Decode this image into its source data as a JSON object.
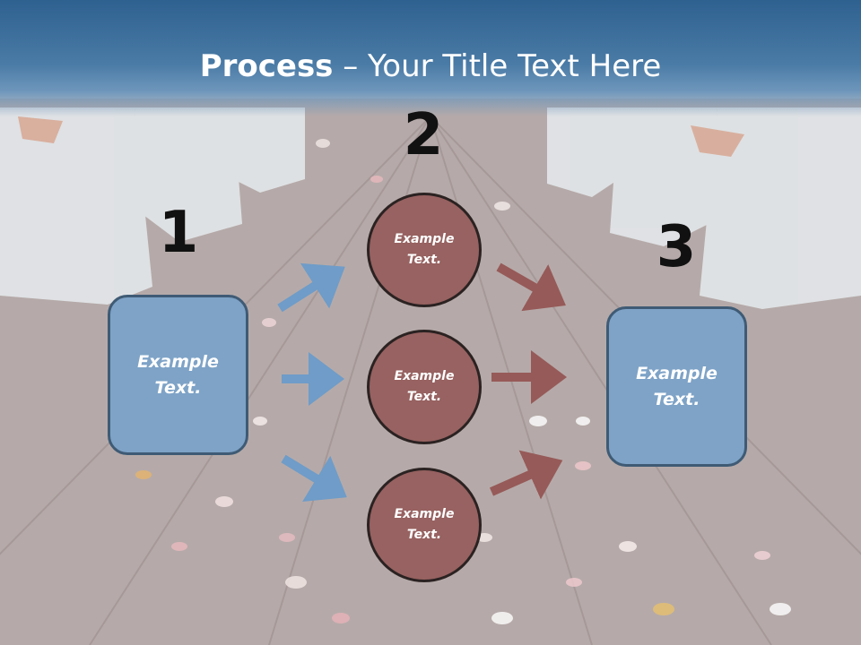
{
  "header": {
    "title_bold": "Process",
    "title_rest": " – Your Title Text Here"
  },
  "steps": {
    "one": "1",
    "two": "2",
    "three": "3"
  },
  "left_box": {
    "line1": "Example",
    "line2": "Text."
  },
  "right_box": {
    "line1": "Example",
    "line2": "Text."
  },
  "circles": [
    {
      "line1": "Example",
      "line2": "Text."
    },
    {
      "line1": "Example",
      "line2": "Text."
    },
    {
      "line1": "Example",
      "line2": "Text."
    }
  ],
  "colors": {
    "header": "#3a6c9a",
    "box_fill": "#7ea3c7",
    "circle_fill": "#976261",
    "blue_arrow": "#6f9cc8",
    "red_arrow": "#965a58"
  }
}
